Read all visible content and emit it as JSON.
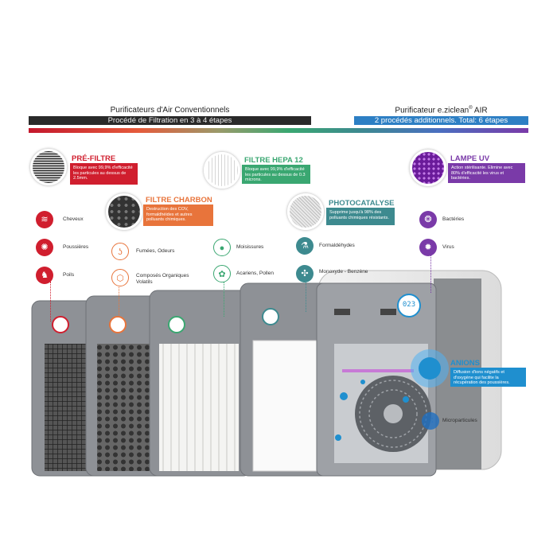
{
  "header": {
    "left_title": "Purificateurs d'Air Conventionnels",
    "left_bar": "Procédé de Filtration en 3 à 4 étapes",
    "right_title_prefix": "Purificateur e.ziclean",
    "right_title_reg": "®",
    "right_title_suffix": " AIR",
    "right_bar": "2 procédés additionnels. Total: 6 étapes"
  },
  "stages": {
    "prefiltre": {
      "title": "PRÉ-FILTRE",
      "desc": "Bloque avec 99,9% d'efficacité les particules au dessus de 2.5mm.",
      "color": "#d01e2e",
      "items": [
        {
          "icon": "hair-icon",
          "glyph": "≋",
          "label": "Cheveux"
        },
        {
          "icon": "dust-icon",
          "glyph": "✺",
          "label": "Poussières"
        },
        {
          "icon": "dog-icon",
          "glyph": "♞",
          "label": "Poils"
        }
      ]
    },
    "charbon": {
      "title": "FILTRE CHARBON",
      "desc": "Destruction des COV, formaldhéides et autres polluants chimiques.",
      "color": "#e8743b",
      "items": [
        {
          "icon": "nose-icon",
          "glyph": "ʖ",
          "label": "Fumées, Odeurs"
        },
        {
          "icon": "molecule-icon",
          "glyph": "⬡",
          "label": "Composés Organiques Volatils"
        }
      ]
    },
    "hepa": {
      "title": "FILTRE HEPA 12",
      "desc": "Bloque avec 99,9% d'efficacité les particules au dessus de 0.3 microns.",
      "color": "#3aa771",
      "items": [
        {
          "icon": "drop-icon",
          "glyph": "●",
          "label": "Moisissures"
        },
        {
          "icon": "pollen-icon",
          "glyph": "✿",
          "label": "Acariens, Pollen"
        }
      ]
    },
    "photocatalyse": {
      "title": "PHOTOCATALYSE",
      "desc": "Supprime jusqu'à 98% des polluants chimiques résistants.",
      "color": "#3d8a8f",
      "items": [
        {
          "icon": "bottle-icon",
          "glyph": "⚗",
          "label": "Formaldéhydes"
        },
        {
          "icon": "molecule-icon",
          "glyph": "✣",
          "label": "Monoxyde - Benzène"
        }
      ]
    },
    "uv": {
      "title": "LAMPE UV",
      "desc": "Action stérilisante. Elimine avec 80% d'efficacité les virus et bactéries.",
      "color": "#7a3aa8",
      "items": [
        {
          "icon": "bacteria-icon",
          "glyph": "❂",
          "label": "Bactéries"
        },
        {
          "icon": "virus-icon",
          "glyph": "✹",
          "label": "Virus"
        }
      ]
    },
    "anions": {
      "title": "ANIONS",
      "desc": "Diffusion d'ions négatifs et d'oxygène qui facilite la récupération des poussières.",
      "color": "#1f8fcf",
      "items": [
        {
          "icon": "particles-icon",
          "glyph": "⁙",
          "label": "Microparticules"
        }
      ]
    }
  },
  "display": {
    "value": "023"
  },
  "colors": {
    "red": "#d01e2e",
    "orange": "#e8743b",
    "green": "#3aa771",
    "teal": "#3d8a8f",
    "purple": "#7a3aa8",
    "blue": "#1f8fcf",
    "dark_bar": "#2a2a2a"
  }
}
